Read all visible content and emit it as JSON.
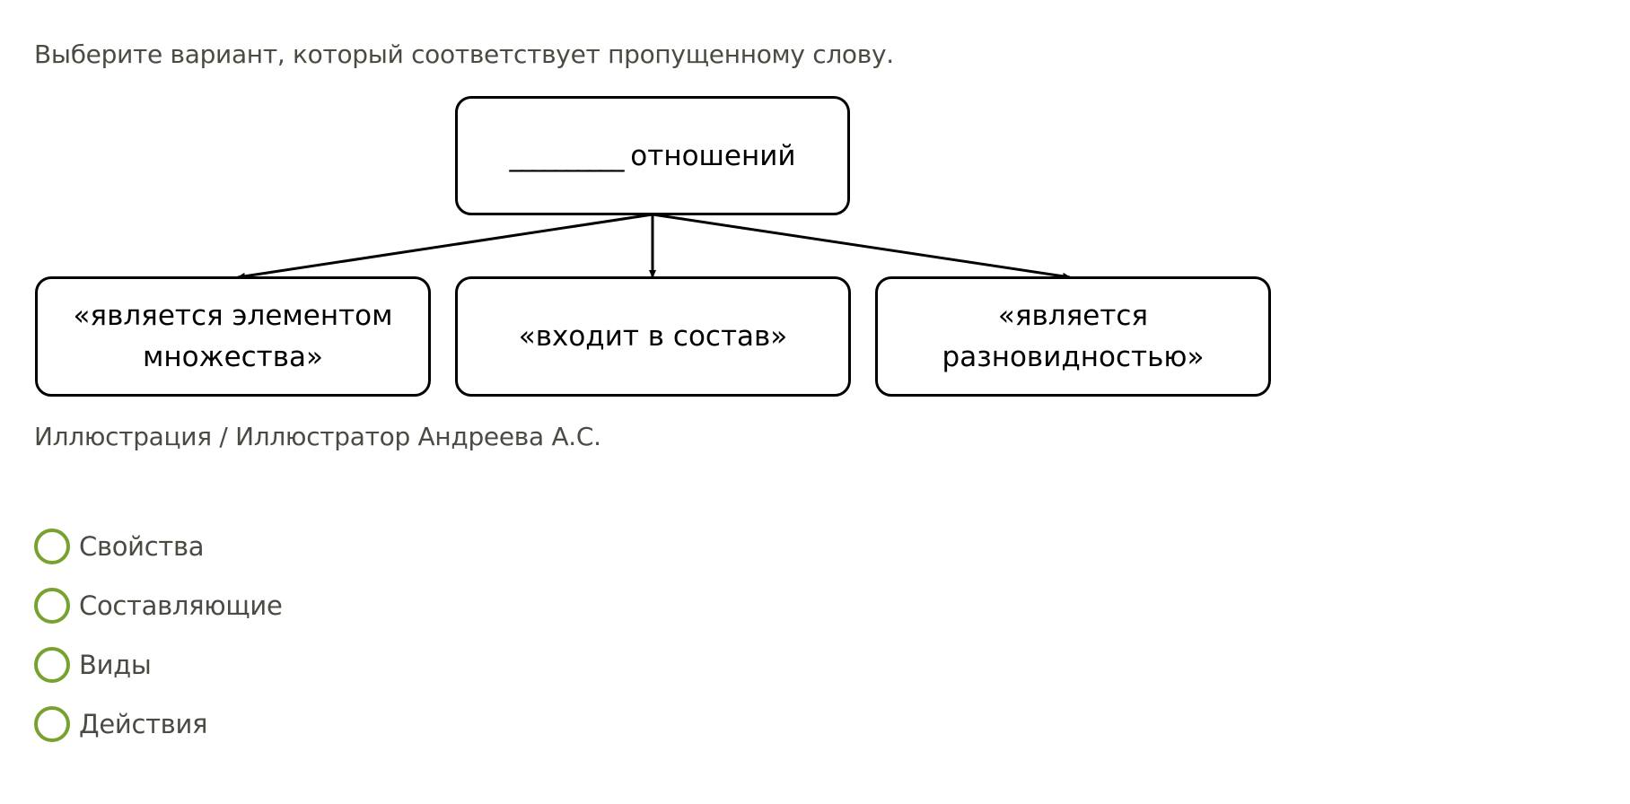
{
  "question": "Выберите вариант, который соответствует пропущенному слову.",
  "diagram": {
    "top": {
      "blank": "__________",
      "text": "отношений"
    },
    "children": [
      {
        "line1": "«является элементом",
        "line2": "множества»"
      },
      {
        "line1": "«входит в состав»",
        "line2": ""
      },
      {
        "line1": "«является",
        "line2": "разновидностью»"
      }
    ]
  },
  "caption": "Иллюстрация / Иллюстратор Андреева А.С.",
  "options": [
    "Свойства",
    "Составляющие",
    "Виды",
    "Действия"
  ],
  "colors": {
    "radio": "#77a22f",
    "text": "#4b4b43"
  }
}
